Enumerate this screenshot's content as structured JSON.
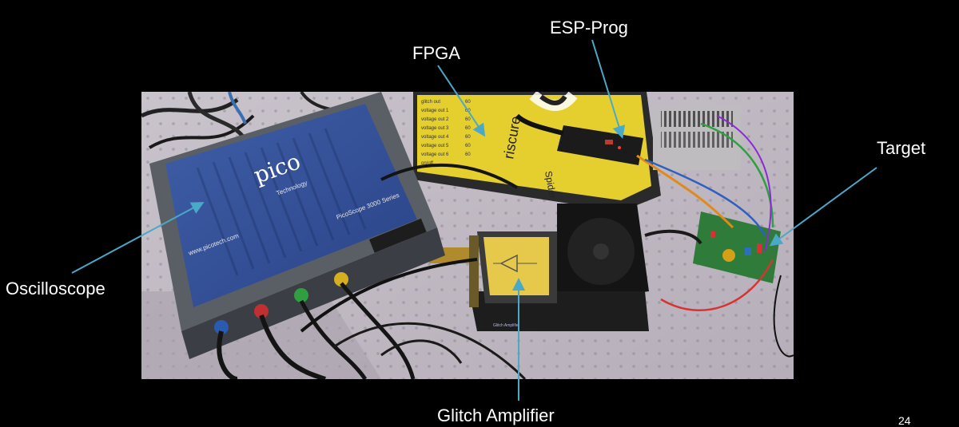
{
  "slide": {
    "background_color": "#000000",
    "callout_color": "#4aa8c8",
    "labels": {
      "esp_prog": "ESP-Prog",
      "fpga": "FPGA",
      "target": "Target",
      "oscilloscope": "Oscilloscope",
      "glitch_amplifier": "Glitch Amplifier"
    },
    "page_number": "24"
  },
  "photo": {
    "oscilloscope_brand": "pico",
    "oscilloscope_brand_sub": "Technology",
    "oscilloscope_model": "PicoScope 3000 Series",
    "oscilloscope_url": "www.picotech.com",
    "fpga_brand": "riscure",
    "fpga_model": "Spider",
    "fpga_channel_labels": [
      "glitch out",
      "voltage out 1",
      "voltage out 2",
      "voltage out 3",
      "voltage out 4",
      "voltage out 5",
      "voltage out 6",
      "on/off"
    ],
    "fpga_channel_codes": [
      "60",
      "60",
      "60",
      "60",
      "60",
      "60",
      "60"
    ],
    "amplifier_sticker": "Glitch Amplifier"
  }
}
